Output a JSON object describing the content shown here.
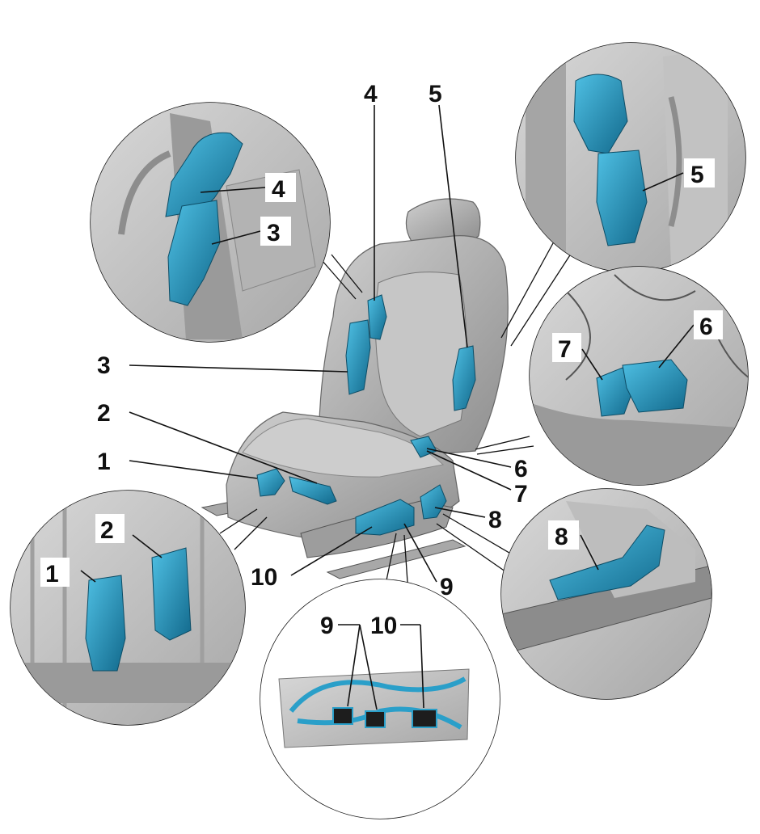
{
  "colors": {
    "component": "#2a9fc9",
    "component_dark": "#136e91",
    "seat_fill": "#b9b9b9",
    "seat_dark": "#8a8a8a",
    "line": "#111111"
  },
  "callouts": {
    "main": {
      "c1": "1",
      "c2": "2",
      "c3": "3",
      "c4": "4",
      "c5": "5",
      "c6": "6",
      "c7": "7",
      "c8": "8",
      "c9": "9",
      "c10": "10"
    },
    "detail_tl": {
      "c4": "4",
      "c3": "3"
    },
    "detail_tr": {
      "c5": "5"
    },
    "detail_r": {
      "c7": "7",
      "c6": "6"
    },
    "detail_br": {
      "c8": "8"
    },
    "detail_bl": {
      "c1": "1",
      "c2": "2"
    },
    "detail_b": {
      "c9": "9",
      "c10": "10"
    }
  },
  "icons": {
    "seat": "power-seat-icon",
    "motor": "motor-icon"
  }
}
